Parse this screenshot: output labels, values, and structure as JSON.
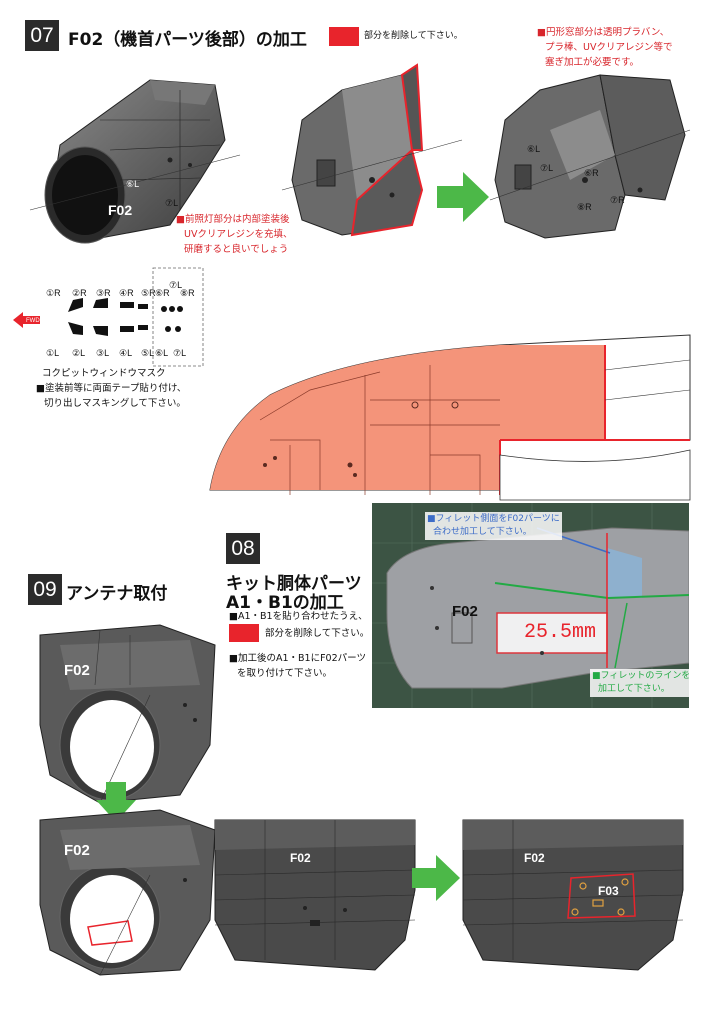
{
  "step07": {
    "number": "07",
    "title": "F02（機首パーツ後部）の加工",
    "legend": "部分を削除して下さい。",
    "note_circle_window": [
      "■円形窓部分は透明プラバン、",
      "プラ棒、UVクリアレジン等で",
      "塞ぎ加工が必要です。"
    ],
    "note_headlight": [
      "■前照灯部分は内部塗装後",
      "UVクリアレジンを充填、",
      "研磨すると良いでしょう"
    ],
    "part_label": "F02",
    "marks_left": [
      "⑥L",
      "⑦L"
    ],
    "marks_right": [
      "⑥L",
      "⑦L",
      "⑥R",
      "⑧R",
      "⑦R"
    ]
  },
  "mask": {
    "top_labels": [
      "①R",
      "②R",
      "③R",
      "④R",
      "⑤R",
      "⑥R",
      "⑧R"
    ],
    "top_label_extra": "⑦L",
    "bottom_labels": [
      "①L",
      "②L",
      "③L",
      "④L",
      "⑤L",
      "⑥L",
      "⑦L"
    ],
    "fwd": "FWD",
    "title": "コクピットウィンドウマスク",
    "note": [
      "■塗装前等に両面テープ貼り付け、",
      "切り出しマスキングして下さい。"
    ]
  },
  "step08": {
    "number": "08",
    "title_line1": "キット胴体パーツ",
    "title_line2": "A1・B1の加工",
    "note1": "■A1・B1を貼り合わせたうえ、",
    "note1b": "部分を削除して下さい。",
    "note2": [
      "■加工後のA1・B1にF02パーツ",
      "を取り付けて下さい。"
    ],
    "photo_note_top": [
      "■フィレット側面をF02パーツに",
      "合わせ加工して下さい。"
    ],
    "photo_note_bottom": [
      "■フィレットのラインを",
      "加工して下さい。"
    ],
    "photo_part": "F02",
    "dimension": "25.5mm"
  },
  "step09": {
    "number": "09",
    "title": "アンテナ取付",
    "part_f02": "F02",
    "part_f03": "F03"
  },
  "colors": {
    "red": "#e8242c",
    "green_arrow": "#4cb848",
    "salmon": "#f4947a",
    "dark_gray": "#4a4a4a"
  }
}
